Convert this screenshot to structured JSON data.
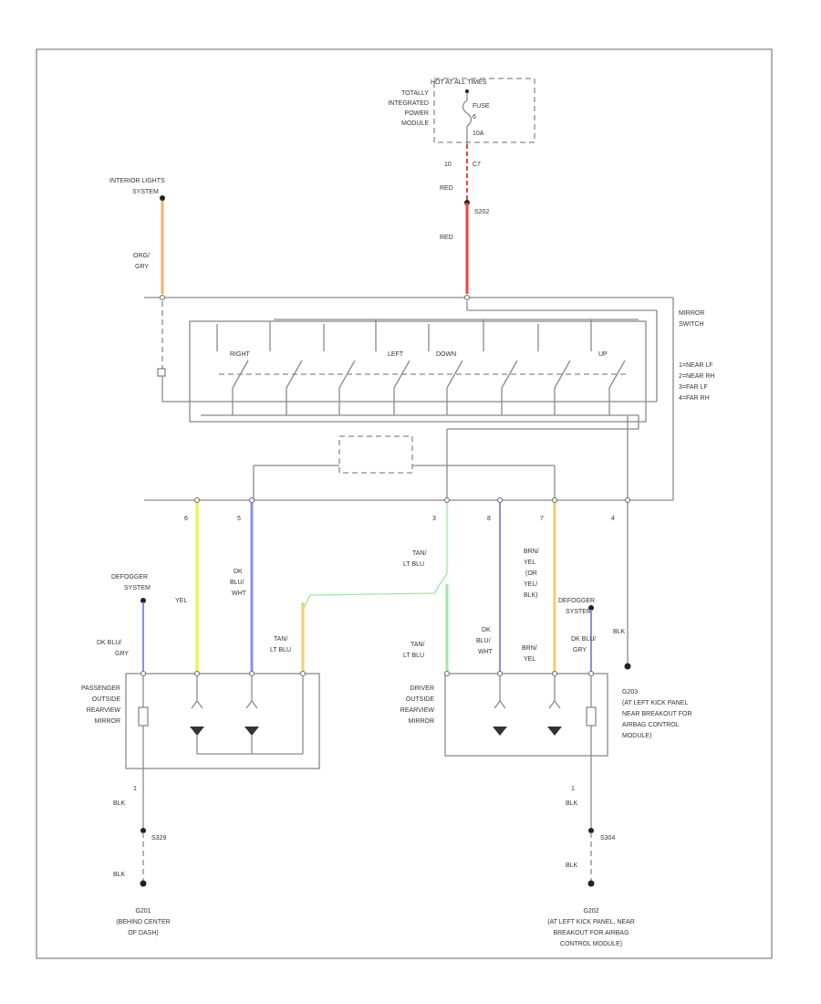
{
  "hot_at_all_times": "HOT AT ALL TIMES",
  "tipm": [
    "TOTALLY",
    "INTEGRATED",
    "POWER",
    "MODULE"
  ],
  "fuse_label": "FUSE",
  "fuse_number": "6",
  "fuse_amps": "10A",
  "tipm_pins": [
    "10",
    "C7"
  ],
  "splice_s202": "S202",
  "interior_lights": [
    "INTERIOR LIGHTS",
    "SYSTEM"
  ],
  "wire_org_gry": [
    "ORG/",
    "GRY"
  ],
  "wire_red": "RED",
  "mirror_switch": [
    "MIRROR",
    "SWITCH"
  ],
  "switch_positions": [
    "RIGHT",
    "LEFT",
    "DOWN",
    "UP"
  ],
  "switch_legend": [
    "1=NEAR LF",
    "2=NEAR RH",
    "3=FAR LF",
    "4=FAR RH"
  ],
  "switch_pin_numbers": [
    "6",
    "5",
    "3",
    "8",
    "7",
    "4"
  ],
  "wires": {
    "yel": "YEL",
    "dk_blu_wht": [
      "DK",
      "BLU/",
      "WHT"
    ],
    "tan_lt_blu": [
      "TAN/",
      "LT BLU"
    ],
    "brn_yel": [
      "BRN/",
      "YEL"
    ],
    "or": "(OR",
    "yel_blk": [
      "YEL/",
      "BLK)"
    ],
    "dk_blu_gry": [
      "DK BLU/",
      "GRY"
    ],
    "blk": "BLK"
  },
  "defogger": [
    "DEFOGGER",
    "SYSTEM"
  ],
  "passenger_mirror": [
    "PASSENGER",
    "OUTSIDE",
    "REARVIEW",
    "MIRROR"
  ],
  "driver_mirror": [
    "DRIVER",
    "OUTSIDE",
    "REARVIEW",
    "MIRROR"
  ],
  "ground_g203": [
    "G203",
    "(AT LEFT KICK PANEL",
    "NEAR BREAKOUT FOR",
    "AIRBAG CONTROL",
    "MODULE)"
  ],
  "splice_s329": "S329",
  "splice_s304": "S304",
  "ground_g201": [
    "G201",
    "(BEHIND CENTER",
    "OF DASH)"
  ],
  "ground_g202": [
    "G202",
    "(AT LEFT KICK PANEL, NEAR",
    "BREAKOUT FOR AIRBAG",
    "CONTROL MODULE)"
  ],
  "pin_one": "1",
  "colors": {
    "red": "#f04040",
    "orange": "#f4b070",
    "yellow": "#f2ee40",
    "blue": "#8890e8",
    "green": "#9ee8a0",
    "tan": "#f2d070",
    "gray_wire": "#8a8a8a"
  }
}
